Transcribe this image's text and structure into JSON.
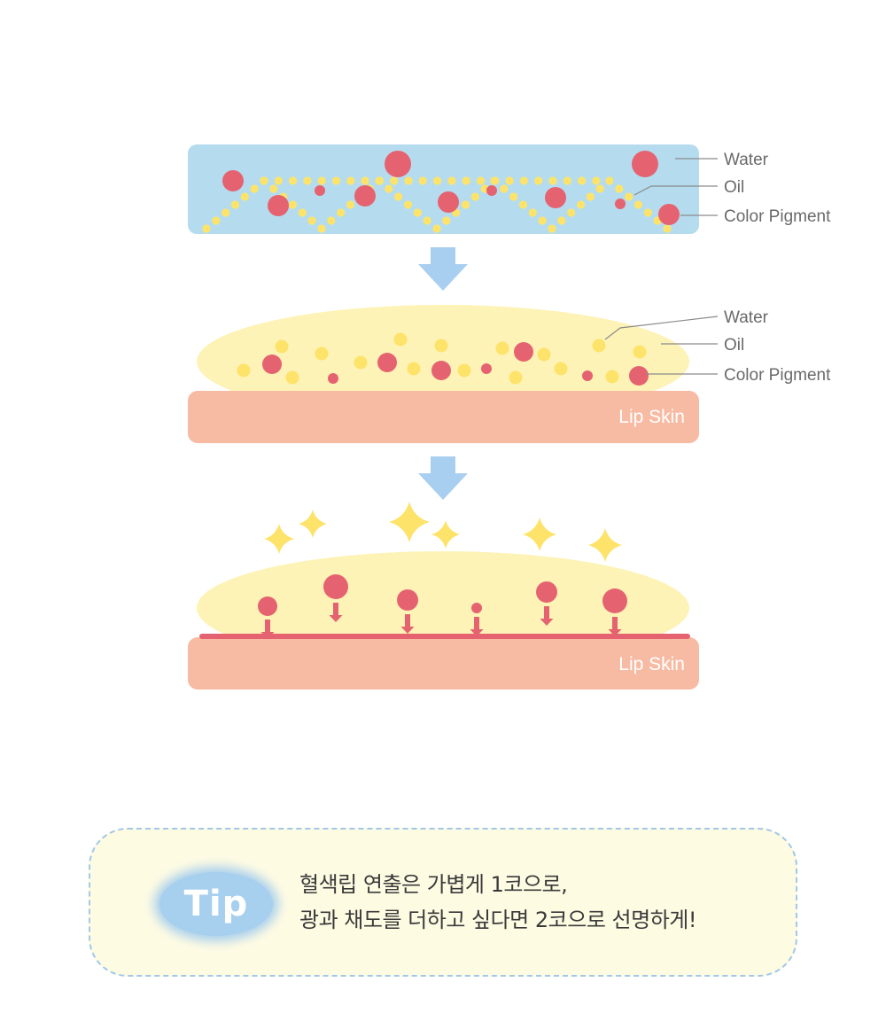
{
  "stage1": {
    "labels": {
      "water": "Water",
      "oil": "Oil",
      "pigment": "Color Pigment"
    },
    "colors": {
      "water": "#b5dcee",
      "oil": "#fde36a",
      "pigment": "#e56370"
    }
  },
  "stage2": {
    "labels": {
      "water": "Water",
      "oil": "Oil",
      "pigment": "Color Pigment"
    },
    "skin_label": "Lip Skin",
    "colors": {
      "film": "#fdf3b6",
      "skin": "#f7bba3",
      "oil": "#fde36a",
      "pigment": "#e56370"
    }
  },
  "stage3": {
    "skin_label": "Lip Skin",
    "colors": {
      "film": "#fdf3b6",
      "skin": "#f7bba3",
      "pigment": "#e56370",
      "sparkle": "#fde36a"
    }
  },
  "arrow_color": "#a9cff0",
  "tip": {
    "badge": "Tip",
    "lines": [
      "혈색립 연출은 가볍게 1코으로,",
      "광과 채도를 더하고 싶다면 2코으로 선명하게!"
    ]
  }
}
